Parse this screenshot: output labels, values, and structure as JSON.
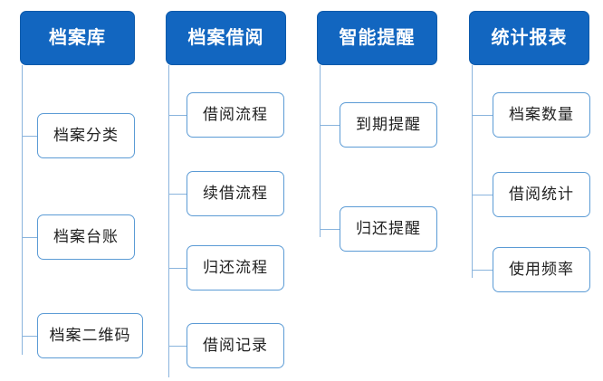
{
  "diagram": {
    "type": "org-tree",
    "orientation": "top-down-left-bracket",
    "colors": {
      "root_fill": "#1266c0",
      "root_text": "#ffffff",
      "leaf_fill": "#ffffff",
      "leaf_border": "#5b9bd5",
      "leaf_text": "#222222",
      "connector": "#8ab4dd",
      "background": "#ffffff"
    },
    "branches": [
      {
        "root": "档案库",
        "children": [
          "档案分类",
          "档案台账",
          "档案二维码"
        ]
      },
      {
        "root": "档案借阅",
        "children": [
          "借阅流程",
          "续借流程",
          "归还流程",
          "借阅记录"
        ]
      },
      {
        "root": "智能提醒",
        "children": [
          "到期提醒",
          "归还提醒"
        ]
      },
      {
        "root": "统计报表",
        "children": [
          "档案数量",
          "借阅统计",
          "使用频率"
        ]
      }
    ]
  }
}
